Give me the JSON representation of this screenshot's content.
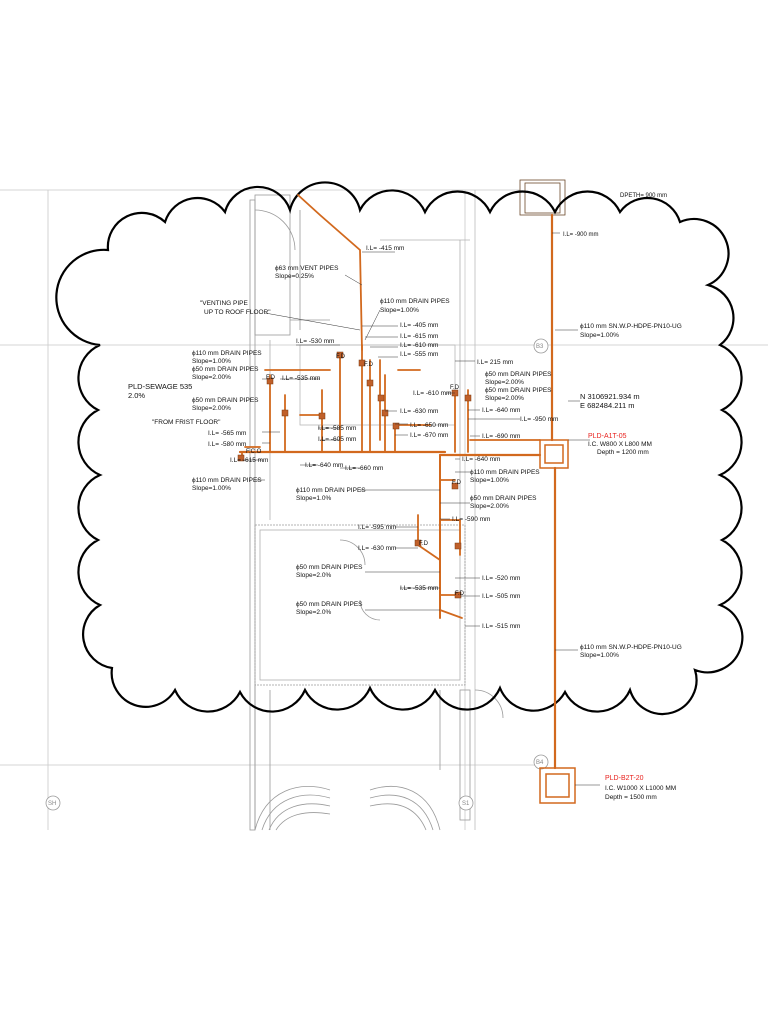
{
  "colors": {
    "pipe": "#d2691e",
    "manhole_label": "#e8231f",
    "walls": "#9a9a9a",
    "cloud": "#000000"
  },
  "grid_bubbles": {
    "b3": "B3",
    "b4": "B4",
    "s1": "S1",
    "sh": "SH"
  },
  "top": {
    "depth_cut": "DPETH= 900 mm",
    "il_900": "I.L= -900 mm",
    "il_415": "I.L= -415 mm"
  },
  "vent": {
    "title": "ϕ63 mm VENT PIPES",
    "slope": "Slope=0.25%"
  },
  "venting_note": {
    "line1": "\"VENTING PIPE",
    "line2": "UP TO  ROOF FLOOR\""
  },
  "drain110_top": {
    "title": "ϕ110 mm DRAIN PIPES",
    "slope": "Slope=1.00%"
  },
  "hdpe_upper": {
    "title": "ϕ110 mm SN.W.P-HDPE-PN10-UG",
    "slope": "Slope=1.00%"
  },
  "hdpe_lower": {
    "title": "ϕ110 mm SN.W.P-HDPE-PN10-UG",
    "slope": "Slope=1.00%"
  },
  "il_labels": {
    "i405": "I.L= -405 mm",
    "i530": "I.L= -530 mm",
    "i615": "I.L= -615 mm",
    "i610": "I.L= -610 mm",
    "i555": "I.L= -555 mm",
    "i215": "I.L= 215 mm",
    "i535": "I.L= -535 mm",
    "i610b": "I.L= -610 mm",
    "i640": "I.L= -640 mm",
    "i630": "I.L= -630 mm",
    "i950": "I.L= -950 mm",
    "i565": "I.L= -565 mm",
    "i585": "I.L= -585 mm",
    "i650": "I.L= -650 mm",
    "i580": "I.L= -580 mm",
    "i605": "I.L= -605 mm",
    "i670": "I.L= -670 mm",
    "i690": "I.L= -690 mm",
    "i615b": "I.L= -615 mm",
    "i640b": "I.L= -640 mm",
    "i660": "I.L= -660 mm",
    "i640c": "I.L= -640 mm",
    "i595": "I.L= -595 mm",
    "i590": "I.L= -590 mm",
    "i630b": "I.L= -630 mm",
    "i520": "I.L= -520 mm",
    "i535b": "I.L= -535 mm",
    "i505": "I.L= -505 mm",
    "i515": "I.L= -515 mm"
  },
  "left_group": {
    "l1": "ϕ110 mm DRAIN PIPES",
    "l2": "Slope=1.00%",
    "l3": "ϕ50 mm DRAIN PIPES",
    "l4": "Slope=2.00%"
  },
  "sewage": {
    "title": "PLD-SEWAGE 535",
    "slope": "2.0%"
  },
  "drain50_left": {
    "title": "ϕ50 mm DRAIN PIPES",
    "slope": "Slope=2.00%"
  },
  "first_floor_note": "\"FROM FRIST FLOOR\"",
  "right_group": {
    "l1": "ϕ50 mm DRAIN PIPES",
    "l2": "Slope=2.00%",
    "l3": "ϕ50 mm DRAIN PIPES",
    "l4": "Slope=2.00%"
  },
  "coords": {
    "north": "N 3106921.934 m",
    "east": "E 682484.211 m"
  },
  "manhole_a": {
    "name": "PLD-A1T-05",
    "size": "I.C. W800 X L800 MM",
    "depth": "Depth = 1200 mm"
  },
  "manhole_b": {
    "name": "PLD-B2T-20",
    "size": "I.C. W1000 X L1000 MM",
    "depth": "Depth = 1500 mm"
  },
  "fd_label": "F.D",
  "fco_label": "F.C.O",
  "drain110_lower_left": {
    "title": "ϕ110 mm DRAIN PIPES",
    "slope": "Slope=1.00%"
  },
  "drain110_mid": {
    "title": "ϕ110 mm DRAIN PIPES",
    "slope": "Slope=1.0%"
  },
  "drain110_right": {
    "title": "ϕ110 mm DRAIN PIPES",
    "slope": "Slope=1.00%"
  },
  "drain50_right": {
    "title": "ϕ50 mm DRAIN PIPES",
    "slope": "Slope=2.00%"
  },
  "drain50_low1": {
    "title": "ϕ50 mm DRAIN PIPES",
    "slope": "Slope=2.0%"
  },
  "drain50_low2": {
    "title": "ϕ50 mm DRAIN PIPES",
    "slope": "Slope=2.0%"
  }
}
